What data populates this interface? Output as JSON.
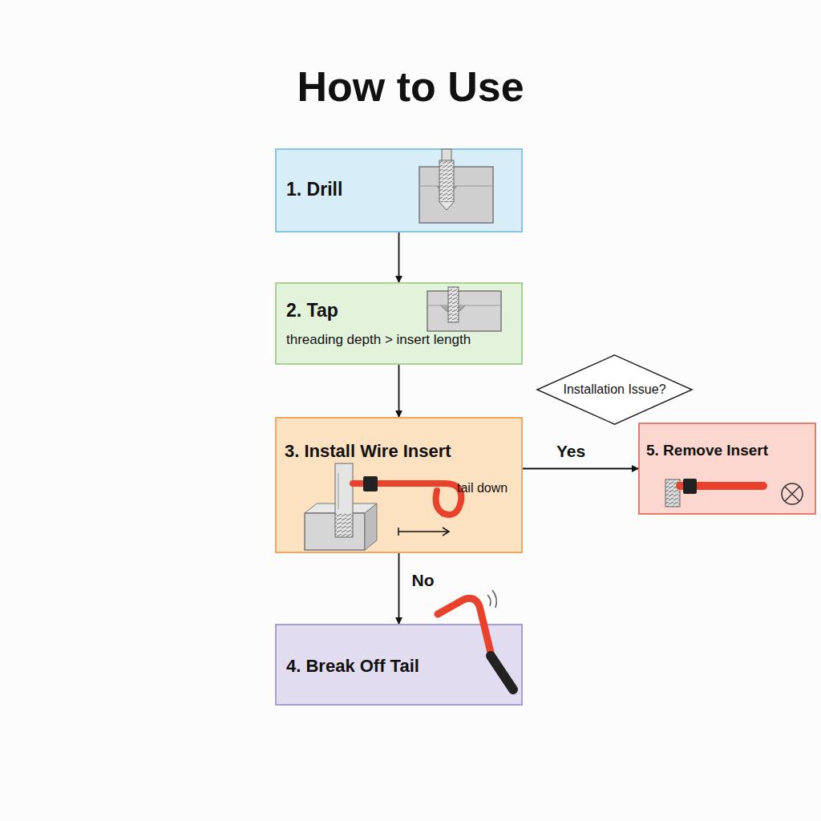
{
  "diagram": {
    "title": "How to Use",
    "nodes": [
      {
        "text": [
          "1. Drill"
        ]
      },
      {
        "text": [
          "2. Tap",
          "threading depth > insert length"
        ]
      },
      {
        "text": [
          "Installation Issue?"
        ]
      },
      {
        "text": [
          "3. Install Wire Insert",
          "tail down"
        ]
      },
      {
        "text": [
          "5. Remove Insert"
        ]
      },
      {
        "text": [
          "4. Break Off Tail"
        ]
      }
    ],
    "edges": [
      {
        "from": 0,
        "to": 1,
        "arrow": "to"
      },
      {
        "from": 1,
        "to": 3,
        "arrow": "to"
      },
      {
        "from": 3,
        "to": 4,
        "label": "Yes",
        "arrow": "to"
      },
      {
        "from": 3,
        "to": 5,
        "label": "No",
        "arrow": "to"
      }
    ]
  }
}
